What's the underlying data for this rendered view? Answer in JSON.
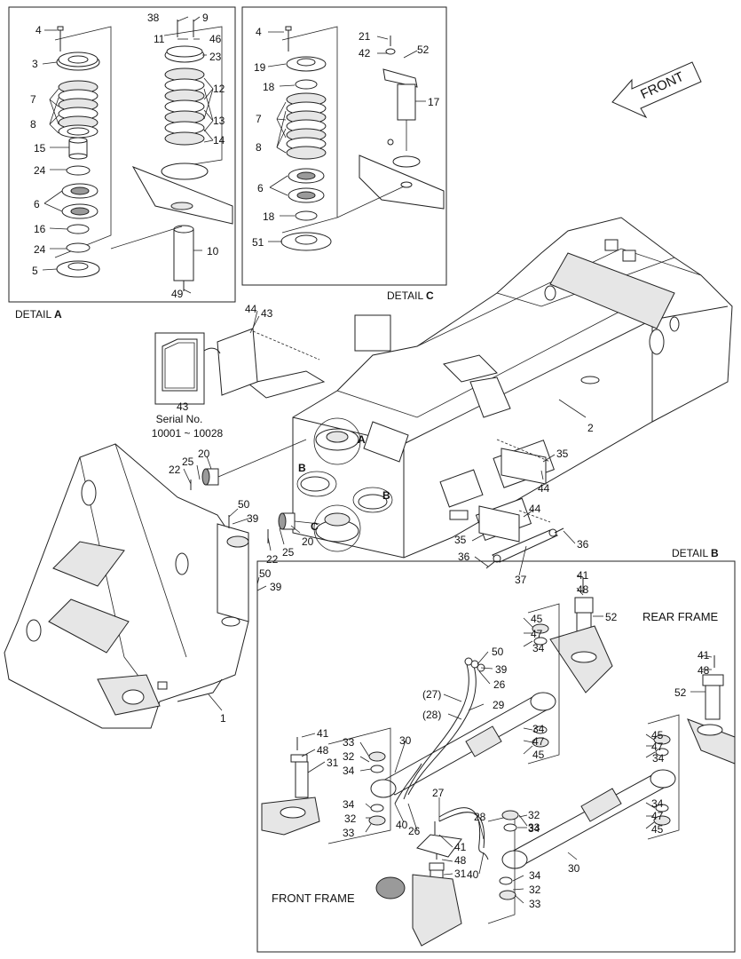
{
  "details": {
    "a": {
      "title": "DETAIL",
      "letter": "A"
    },
    "b": {
      "title": "DETAIL",
      "letter": "B"
    },
    "c": {
      "title": "DETAIL",
      "letter": "C"
    }
  },
  "front_label": "FRONT",
  "serial": {
    "line1": "Serial No.",
    "line2": "10001 ~ 10028"
  },
  "frames": {
    "rear": "REAR FRAME",
    "front": "FRONT FRAME"
  },
  "callout_letters": {
    "a": "A",
    "b1": "B",
    "b2": "B",
    "c": "C"
  },
  "part_numbers": [
    "4",
    "3",
    "7",
    "8",
    "15",
    "24",
    "6",
    "16",
    "24",
    "5",
    "38",
    "9",
    "11",
    "46",
    "23",
    "12",
    "13",
    "14",
    "10",
    "49",
    "4",
    "19",
    "18",
    "7",
    "8",
    "6",
    "18",
    "51",
    "21",
    "52",
    "42",
    "17",
    "44",
    "43",
    "43",
    "2",
    "35",
    "44",
    "44",
    "35",
    "36",
    "36",
    "37",
    "22",
    "25",
    "20",
    "50",
    "39",
    "22",
    "25",
    "20",
    "50",
    "39",
    "1",
    "41",
    "48",
    "52",
    "45",
    "47",
    "34",
    "34",
    "47",
    "45",
    "41",
    "48",
    "52",
    "45",
    "47",
    "34",
    "34",
    "47",
    "45",
    "50",
    "39",
    "26",
    "(27)",
    "29",
    "(28)",
    "41",
    "48",
    "31",
    "33",
    "32",
    "34",
    "30",
    "34",
    "32",
    "33",
    "40",
    "26",
    "27",
    "28",
    "41",
    "48",
    "31",
    "40",
    "33",
    "32",
    "34",
    "30",
    "34",
    "32",
    "33"
  ]
}
